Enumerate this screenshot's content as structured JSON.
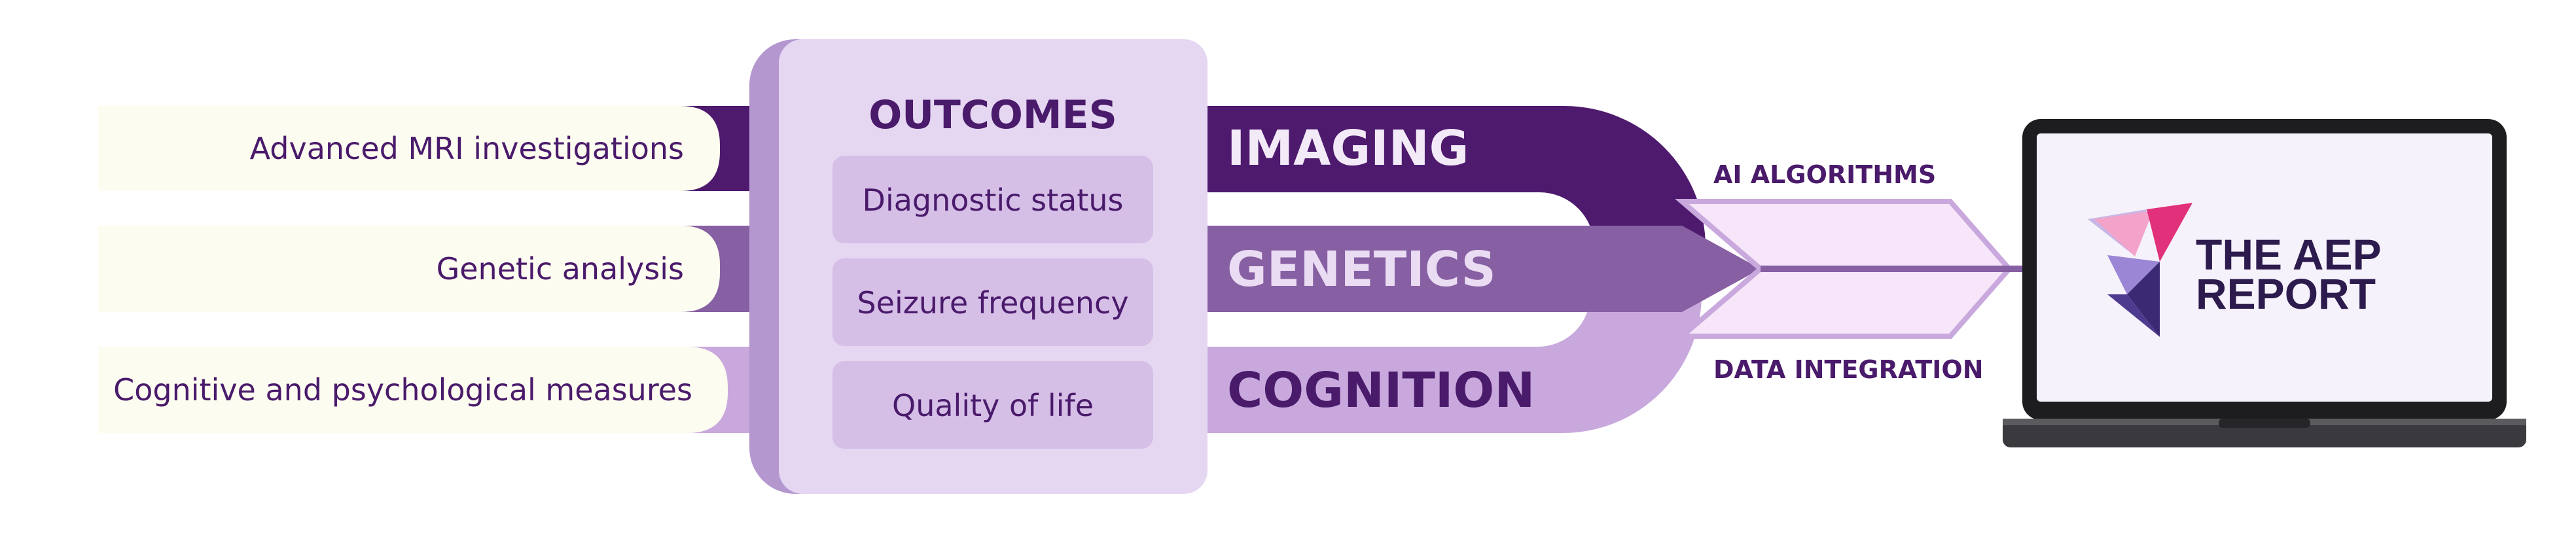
{
  "inputs": [
    {
      "label": "Advanced MRI investigations"
    },
    {
      "label": "Genetic analysis"
    },
    {
      "label": "Cognitive and psychological measures"
    }
  ],
  "outcomes": {
    "title": "OUTCOMES",
    "items": [
      "Diagnostic status",
      "Seizure frequency",
      "Quality of life"
    ]
  },
  "streams": [
    "IMAGING",
    "GENETICS",
    "COGNITION"
  ],
  "labels": {
    "ai": "AI ALGORITHMS",
    "data": "DATA INTEGRATION"
  },
  "report": {
    "line1": "THE AEP",
    "line2": "REPORT"
  },
  "colors": {
    "dark_purple": "#4e1a6e",
    "mid_purple": "#875fa3",
    "light_purple": "#c9a9dd",
    "panel": "#e5d6f2",
    "panel_shadow": "#b597d0",
    "outcome_box": "#d6bfe7",
    "arrow_fill": "#f7e6f9",
    "magenta": "#e0317a",
    "navy": "#2d1b4e"
  }
}
